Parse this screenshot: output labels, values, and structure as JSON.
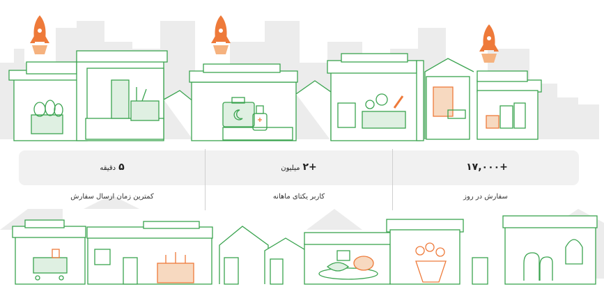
{
  "colors": {
    "outline": "#3aa34f",
    "rocket": "#ee7a3a",
    "skyline": "#ececec",
    "card": "#f1f1f1",
    "text": "#222222"
  },
  "icons": [
    "rocket-icon",
    "bread-basket-icon",
    "sewing-machine-icon",
    "pharmacy-box-icon",
    "medicine-bottle-icon",
    "vegetable-crate-icon",
    "coffee-grocery-icon",
    "shopping-cart-icon",
    "cake-icon",
    "fish-platter-icon",
    "flower-basket-icon",
    "pet-cage-icon"
  ],
  "stats": [
    {
      "value": "+۱۷,۰۰۰",
      "unit": "",
      "label": "سفارش در روز"
    },
    {
      "value": "+۲",
      "unit": "میلیون",
      "label": "کاربر یکتای ماهانه"
    },
    {
      "value": "۵",
      "unit": "دقیقه",
      "label": "کمترین زمان ارسال سفارش"
    }
  ]
}
